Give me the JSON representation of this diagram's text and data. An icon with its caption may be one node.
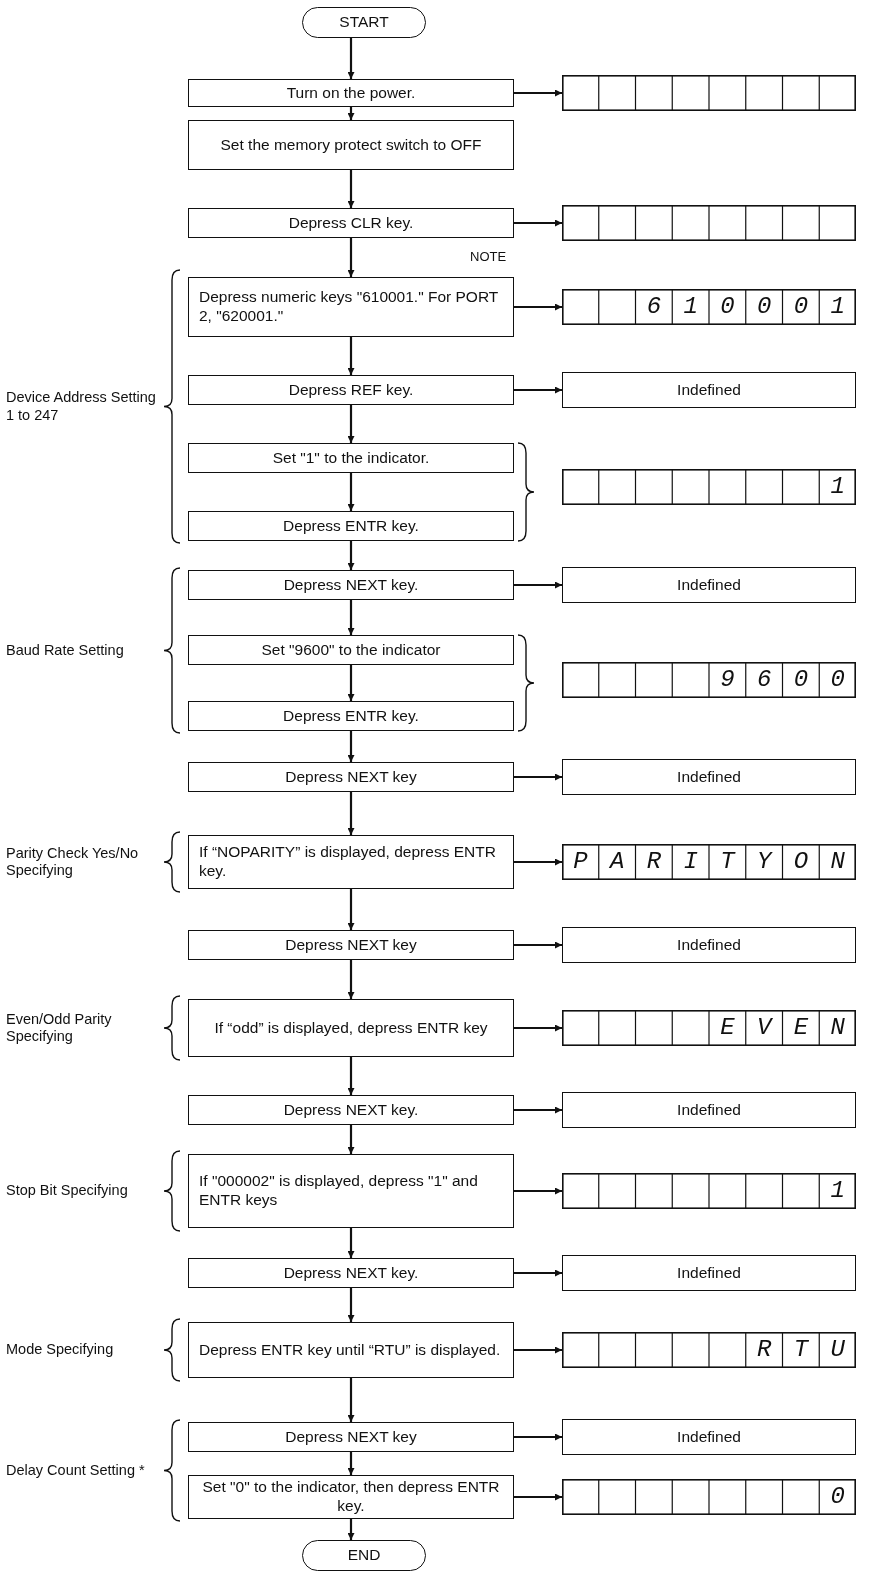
{
  "diagram": {
    "nodes": [
      {
        "text": [
          "START"
        ]
      },
      {
        "text": [
          "Turn on the power."
        ]
      },
      {
        "text": [],
        "shape": "box"
      },
      {
        "text": [
          "Set the memory protect switch to OFF"
        ]
      },
      {
        "text": [
          "Depress CLR key."
        ]
      },
      {
        "text": [],
        "shape": "box"
      },
      {
        "text": [
          "Depress numeric keys \"610001.\"  For PORT 2, \"620001.\""
        ]
      },
      {
        "text": [
          "610001"
        ]
      },
      {
        "text": [
          "Depress REF key."
        ]
      },
      {
        "text": [
          "Indefined"
        ]
      },
      {
        "text": [
          "Set \"1\" to the indicator."
        ]
      },
      {
        "text": [
          "Depress ENTR key."
        ]
      },
      {
        "text": [
          "1"
        ]
      },
      {
        "text": [
          "Depress NEXT key."
        ]
      },
      {
        "text": [
          "Indefined"
        ]
      },
      {
        "text": [
          "Set \"9600\" to the indicator"
        ]
      },
      {
        "text": [
          "Depress ENTR key."
        ]
      },
      {
        "text": [
          "9600"
        ]
      },
      {
        "text": [
          "Depress NEXT key"
        ]
      },
      {
        "text": [
          "Indefined"
        ]
      },
      {
        "text": [
          "If “NOPARITY” is displayed, depress ENTR key."
        ]
      },
      {
        "text": [
          "PARITYON"
        ]
      },
      {
        "text": [
          "Depress NEXT key"
        ]
      },
      {
        "text": [
          "Indefined"
        ]
      },
      {
        "text": [
          "If “odd” is displayed, depress ENTR key"
        ]
      },
      {
        "text": [
          "EVEN"
        ]
      },
      {
        "text": [
          "Depress NEXT key."
        ]
      },
      {
        "text": [
          "Indefined"
        ]
      },
      {
        "text": [
          "If \"000002\" is displayed, depress \"1\" and ENTR keys"
        ]
      },
      {
        "text": [
          "1"
        ]
      },
      {
        "text": [
          "Depress NEXT key."
        ]
      },
      {
        "text": [
          "Indefined"
        ]
      },
      {
        "text": [
          "Depress ENTR key until “RTU” is displayed."
        ]
      },
      {
        "text": [
          "RTU"
        ]
      },
      {
        "text": [
          "Depress NEXT key"
        ]
      },
      {
        "text": [
          "Indefined"
        ]
      },
      {
        "text": [
          "Set \"0\" to the indicator, then depress ENTR key."
        ]
      },
      {
        "text": [
          "0"
        ]
      },
      {
        "text": [
          "END"
        ]
      }
    ],
    "edges": [
      {
        "from": 0,
        "to": 1,
        "arrow": "to"
      },
      {
        "from": 1,
        "to": 3,
        "arrow": "to"
      },
      {
        "from": 3,
        "to": 4,
        "arrow": "to"
      },
      {
        "from": 4,
        "to": 6,
        "arrow": "to"
      },
      {
        "from": 6,
        "to": 8,
        "arrow": "to"
      },
      {
        "from": 8,
        "to": 10,
        "arrow": "to"
      },
      {
        "from": 10,
        "to": 11,
        "arrow": "to"
      },
      {
        "from": 11,
        "to": 13,
        "arrow": "to"
      },
      {
        "from": 13,
        "to": 15,
        "arrow": "to"
      },
      {
        "from": 15,
        "to": 16,
        "arrow": "to"
      },
      {
        "from": 16,
        "to": 18,
        "arrow": "to"
      },
      {
        "from": 18,
        "to": 20,
        "arrow": "to"
      },
      {
        "from": 20,
        "to": 22,
        "arrow": "to"
      },
      {
        "from": 22,
        "to": 24,
        "arrow": "to"
      },
      {
        "from": 24,
        "to": 26,
        "arrow": "to"
      },
      {
        "from": 26,
        "to": 28,
        "arrow": "to"
      },
      {
        "from": 28,
        "to": 30,
        "arrow": "to"
      },
      {
        "from": 30,
        "to": 32,
        "arrow": "to"
      },
      {
        "from": 32,
        "to": 34,
        "arrow": "to"
      },
      {
        "from": 34,
        "to": 36,
        "arrow": "to"
      },
      {
        "from": 36,
        "to": 38,
        "arrow": "to"
      },
      {
        "from": 1,
        "to": 2,
        "arrow": "to"
      },
      {
        "from": 4,
        "to": 5,
        "arrow": "to"
      },
      {
        "from": 6,
        "to": 7,
        "arrow": "to"
      },
      {
        "from": 8,
        "to": 9,
        "arrow": "to"
      },
      {
        "from": 13,
        "to": 14,
        "arrow": "to"
      },
      {
        "from": 18,
        "to": 19,
        "arrow": "to"
      },
      {
        "from": 20,
        "to": 21,
        "arrow": "to"
      },
      {
        "from": 22,
        "to": 23,
        "arrow": "to"
      },
      {
        "from": 24,
        "to": 25,
        "arrow": "to"
      },
      {
        "from": 26,
        "to": 27,
        "arrow": "to"
      },
      {
        "from": 28,
        "to": 29,
        "arrow": "to"
      },
      {
        "from": 30,
        "to": 31,
        "arrow": "to"
      },
      {
        "from": 32,
        "to": 33,
        "arrow": "to"
      },
      {
        "from": 34,
        "to": 35,
        "arrow": "to"
      },
      {
        "from": 36,
        "to": 37,
        "arrow": "to"
      }
    ],
    "labels": [
      "NOTE",
      "Device Address Setting 1 to 247",
      "Baud Rate Setting",
      "Parity Check Yes/No Specifying",
      "Even/Odd Parity Specifying",
      "Stop Bit Specifying",
      "Mode Specifying",
      "Delay Count Setting *"
    ]
  }
}
